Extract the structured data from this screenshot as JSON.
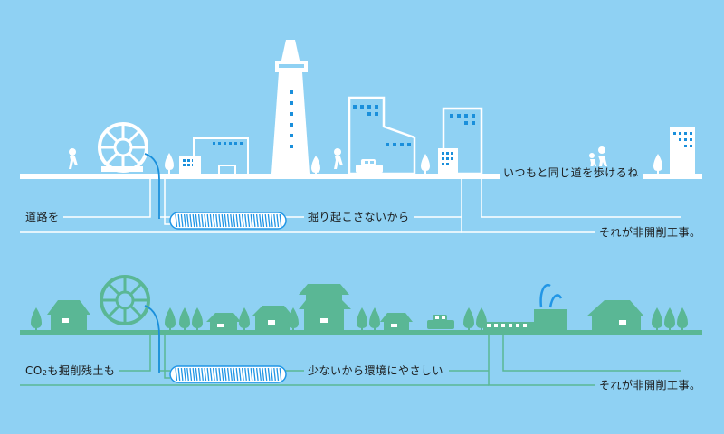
{
  "top_panel": {
    "caption_right": "いつもと同じ道を歩けるね",
    "caption_left": "道路を",
    "caption_middle": "掘り起こさないから",
    "caption_bottom": "それが非開削工事。"
  },
  "bottom_panel": {
    "caption_left_prefix": "CO",
    "caption_left_sub": "2",
    "caption_left_suffix": "も掘削残土も",
    "caption_middle": "少ないから環境にやさしい",
    "caption_bottom": "それが非開削工事。"
  },
  "colors": {
    "sky": "#8fd1f3",
    "white": "#ffffff",
    "green": "#5ab795",
    "window_blue": "#1a8fdb",
    "pipe_blue": "#2196e6"
  }
}
